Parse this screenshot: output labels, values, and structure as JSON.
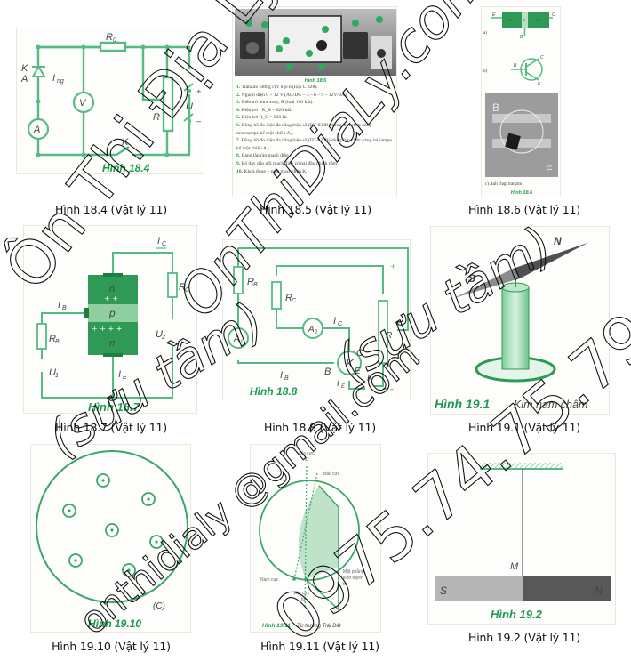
{
  "colors": {
    "accent_green": "#1f9a4e",
    "circuit_green": "#55bb82",
    "dark_green": "#2e9a55",
    "frame_border": "#ece8d6",
    "caption_text": "#111111"
  },
  "figures": [
    {
      "id": "18.4",
      "caption": "Hình 18.4 (Vật lý 11)",
      "inner_title": "Hình 18.4",
      "labels": {
        "r0": "R",
        "r0_sub": "0",
        "k_top": "K",
        "a": "A",
        "ing": "I",
        "ing_sub": "ng",
        "v": "V",
        "ammeter": "A",
        "r": "R",
        "u": "U",
        "k_switch": "K",
        "plus": "+",
        "minus": "–"
      }
    },
    {
      "id": "18.5",
      "caption": "Hình 18.5 (Vật lý 11)",
      "inner_title": "Hình 18.5",
      "items": [
        {
          "n": "1.",
          "text": "Tranzito lưỡng cực n-p-n (loại C 828)."
        },
        {
          "n": "2.",
          "text": "Nguồn điện 0 ÷ 12 V (AC/DC – 3 – 6 – 9 – 12V/3A)."
        },
        {
          "n": "3.",
          "text": "Biến trở núm xoay, R (loại 100 kΩ)."
        },
        {
          "n": "4.",
          "text": "Điện trở : R_B = 820 kΩ."
        },
        {
          "n": "5.",
          "text": "Điện trở R_C = 820 Ω."
        },
        {
          "n": "6.",
          "text": "Đồng hồ đo điện đa năng hiện số (DT-830B) dùng làm chức năng microampe kế một chiều A₁."
        },
        {
          "n": "7.",
          "text": "Đồng hồ đo điện đa năng hiện số (DT-830B) dùng làm chức năng miliampe kế một chiều A₂."
        },
        {
          "n": "8.",
          "text": "Bảng lắp ráp mạch điện."
        },
        {
          "n": "9.",
          "text": "Bộ dây dẫn nối mạch điện có hai đầu phích cắm."
        },
        {
          "n": "10.",
          "text": "Khoá đóng – ngắt mạch điện K."
        }
      ],
      "photo_markers": [
        "6",
        "4",
        "5",
        "3",
        "8",
        "1",
        "9",
        "10",
        "7",
        "2"
      ]
    },
    {
      "id": "18.6",
      "caption": "Hình 18.6 (Vật lý 11)",
      "inner_title": "Hình 18.6",
      "labels": {
        "a": "a)",
        "b": "b)",
        "e": "E",
        "c": "C",
        "b_pin": "B",
        "n1": "n",
        "p": "p",
        "n2": "n",
        "photo_b": "B",
        "photo_e": "E",
        "photo_caption": "c) Ảnh chụp tranzito"
      }
    },
    {
      "id": "18.7",
      "caption": "Hình 18.7 (Vật lý 11)",
      "inner_title": "Hình 18.7",
      "labels": {
        "ic": "I",
        "ic_sub": "C",
        "ib": "I",
        "ib_sub": "B",
        "ie": "I",
        "ie_sub": "E",
        "rc": "R",
        "rc_sub": "C",
        "rb": "R",
        "rb_sub": "B",
        "u1": "U",
        "u1_sub": "1",
        "u2": "U",
        "u2_sub": "2",
        "n_top": "n",
        "p": "p",
        "n_bottom": "n",
        "plus": "+",
        "minus": "–"
      }
    },
    {
      "id": "18.8",
      "caption": "Hình 18.8 (Vật lý 11)",
      "inner_title": "Hình 18.8",
      "labels": {
        "rb": "R",
        "rb_sub": "B",
        "rc": "R",
        "rc_sub": "C",
        "a1": "A",
        "a1_sub": "1",
        "a2": "A",
        "a2_sub": "2",
        "ic": "I",
        "ic_sub": "C",
        "ib": "I",
        "ib_sub": "B",
        "ie": "I",
        "ie_sub": "E",
        "b": "B",
        "c": "C",
        "e": "E",
        "k": "K",
        "r": "R",
        "transistor": "K",
        "plus": "+",
        "minus": "–"
      }
    },
    {
      "id": "19.1",
      "caption": "Hình 19.1 (Vật lý 11)",
      "inner_title": "Hình 19.1",
      "inner_subtitle": "Kim nam châm",
      "labels": {
        "s": "S",
        "n": "N"
      }
    },
    {
      "id": "19.10",
      "caption": "Hình 19.10 (Vật lý 11)",
      "inner_title": "Hình 19.10",
      "labels": {
        "c": "(C)"
      }
    },
    {
      "id": "19.11",
      "caption": "Hình 19.11 (Vật lý 11)",
      "inner_title": "Hình 19.11",
      "inner_subtitle": "Từ trường Trái Đất",
      "labels": {
        "top_pole_1": "Địa cực",
        "top_pole_2": "từ",
        "north": "Bắc cực",
        "south": "Nam cực",
        "bottom_pole_1": "Địa cực",
        "bottom_pole_2": "từ",
        "plane_1": "Mặt phẳng",
        "plane_2": "kinh tuyến",
        "plane_3": "từ"
      }
    },
    {
      "id": "19.2",
      "caption": "Hình 19.2 (Vật lý 11)",
      "inner_title": "Hình 19.2",
      "labels": {
        "m": "M",
        "s": "S",
        "n": "N"
      }
    }
  ],
  "watermarks": [
    {
      "text": "Ôn Thi Địa Lý"
    },
    {
      "text": "OnThiDiaLy.com"
    },
    {
      "text": "(sưu tầm)"
    },
    {
      "text": "(sưu tầm)"
    },
    {
      "text": "onthidialy @gmail.com"
    },
    {
      "text": "0975.74.75.79"
    }
  ]
}
